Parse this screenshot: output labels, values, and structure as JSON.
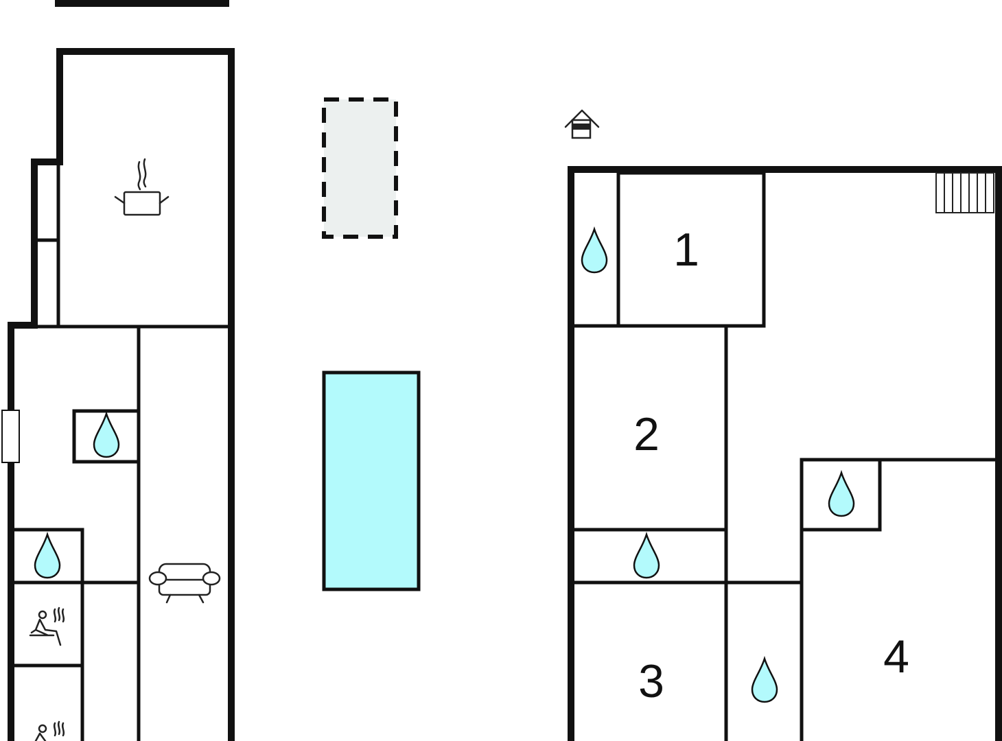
{
  "rooms": {
    "bedroom_1": "1",
    "bedroom_2": "2",
    "bedroom_3": "3",
    "bedroom_4": "4"
  },
  "colors": {
    "wall": "#111111",
    "water": "#b3fafc",
    "terrace": "#ecf0ef",
    "background": "#ffffff"
  },
  "icons": [
    "kitchen-pot-icon",
    "water-drop-icon",
    "sofa-icon",
    "sauna-icon",
    "house-entrance-icon",
    "stairs-icon"
  ]
}
